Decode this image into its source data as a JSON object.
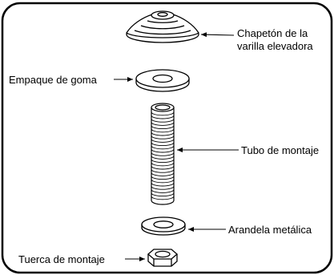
{
  "labels": {
    "cap_line1": "Chapetón de la",
    "cap_line2": "varilla elevadora",
    "gasket": "Empaque de goma",
    "tube": "Tubo de montaje",
    "washer": "Arandela metálica",
    "nut": "Tuerca de montaje"
  },
  "colors": {
    "stroke": "#000000",
    "fill": "#ffffff"
  }
}
